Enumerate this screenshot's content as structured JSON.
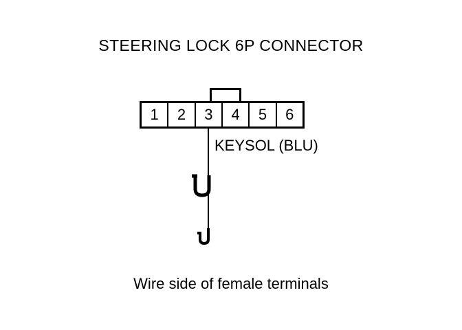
{
  "diagram": {
    "title": "STEERING LOCK 6P CONNECTOR",
    "caption": "Wire side of female terminals",
    "colors": {
      "ink": "#000000",
      "background": "#ffffff"
    },
    "connector": {
      "pin_count": 6,
      "terminals": [
        {
          "number": "1"
        },
        {
          "number": "2"
        },
        {
          "number": "3"
        },
        {
          "number": "4"
        },
        {
          "number": "5"
        },
        {
          "number": "6"
        }
      ],
      "tab_label": "locking-tab",
      "tab_spans_terminals": [
        3,
        4
      ]
    },
    "wires": [
      {
        "label": "KEYSOL (BLU)",
        "signal_name": "KEYSOL",
        "wire_color_code": "BLU",
        "from_terminal": "3"
      }
    ],
    "symbols": [
      {
        "name": "wire-hook-large"
      },
      {
        "name": "wire-hook-small"
      }
    ]
  }
}
